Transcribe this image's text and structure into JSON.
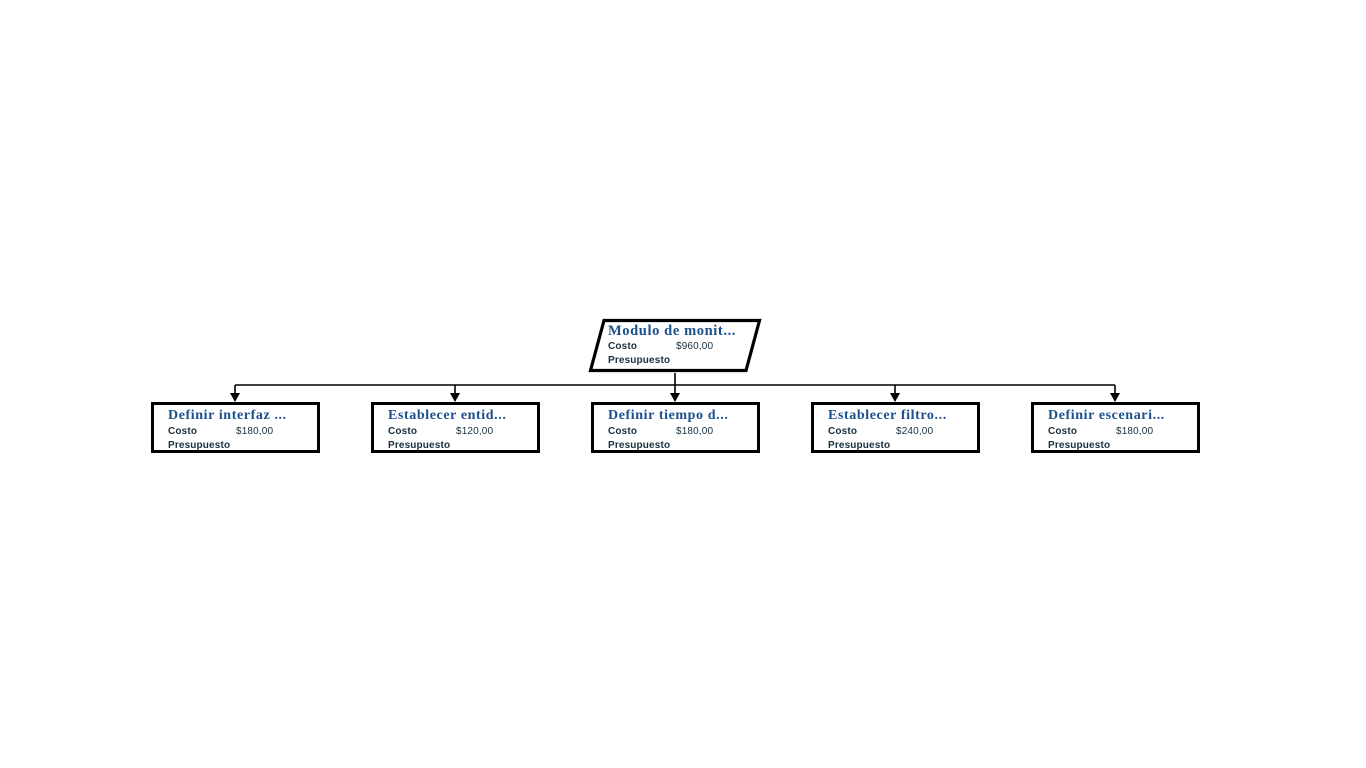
{
  "diagram": {
    "type": "work-breakdown-structure",
    "background_color": "#ffffff",
    "title_color": "#1b4f8c",
    "text_color": "#17303f",
    "border_color": "#000000",
    "labels": {
      "costo": "Costo",
      "presupuesto": "Presupuesto"
    },
    "root": {
      "id": "root",
      "shape": "parallelogram",
      "title": "Modulo de monit...",
      "costo_label": "Costo",
      "costo_value": "$960,00",
      "presupuesto_label": "Presupuesto",
      "presupuesto_value": ""
    },
    "children": [
      {
        "id": "child-0",
        "shape": "rectangle",
        "title": "Definir interfaz ...",
        "costo_label": "Costo",
        "costo_value": "$180,00",
        "presupuesto_label": "Presupuesto",
        "presupuesto_value": ""
      },
      {
        "id": "child-1",
        "shape": "rectangle",
        "title": "Establecer entid...",
        "costo_label": "Costo",
        "costo_value": "$120,00",
        "presupuesto_label": "Presupuesto",
        "presupuesto_value": ""
      },
      {
        "id": "child-2",
        "shape": "rectangle",
        "title": "Definir tiempo d...",
        "costo_label": "Costo",
        "costo_value": "$180,00",
        "presupuesto_label": "Presupuesto",
        "presupuesto_value": ""
      },
      {
        "id": "child-3",
        "shape": "rectangle",
        "title": "Establecer filtro...",
        "costo_label": "Costo",
        "costo_value": "$240,00",
        "presupuesto_label": "Presupuesto",
        "presupuesto_value": ""
      },
      {
        "id": "child-4",
        "shape": "rectangle",
        "title": "Definir escenari...",
        "costo_label": "Costo",
        "costo_value": "$180,00",
        "presupuesto_label": "Presupuesto",
        "presupuesto_value": ""
      }
    ]
  }
}
